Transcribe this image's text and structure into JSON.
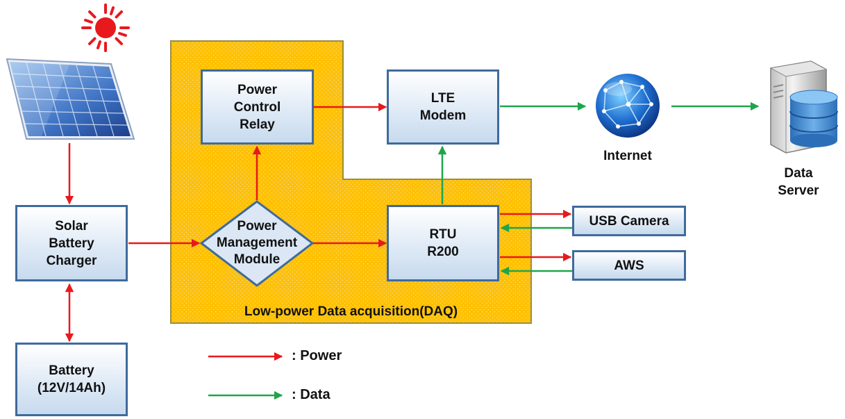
{
  "nodes": {
    "solar_charger": "Solar\nBattery\nCharger",
    "battery": "Battery\n(12V/14Ah)",
    "power_relay": "Power\nControl\nRelay",
    "lte_modem": "LTE\nModem",
    "pmm": "Power\nManagement\nModule",
    "rtu": "RTU\nR200",
    "usb_camera": "USB Camera",
    "aws": "AWS",
    "internet": "Internet",
    "data_server": "Data\nServer"
  },
  "region_label": "Low-power Data acquisition(DAQ)",
  "legend": {
    "power": ": Power",
    "data": ": Data"
  },
  "colors": {
    "power": "#e8191d",
    "data": "#1ea54a",
    "region_fill": "#ffc000",
    "box_border": "#3f6a9c"
  },
  "icons": [
    "sun-icon",
    "solar-panel-icon",
    "globe-icon",
    "server-database-icon"
  ]
}
